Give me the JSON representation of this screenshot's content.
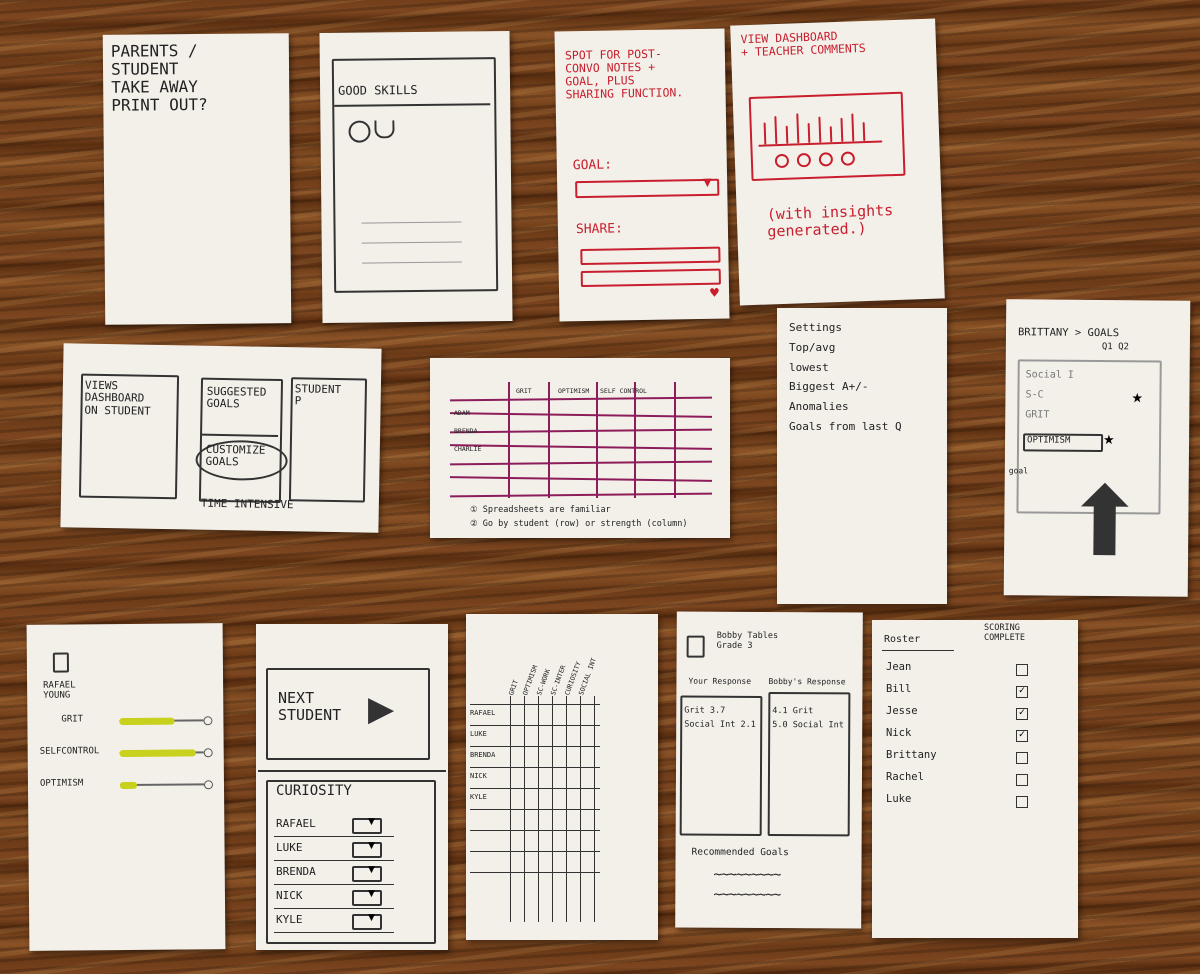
{
  "colors": {
    "wood": "#6b3a17",
    "card": "#f3f0ea",
    "red_ink": "#c81e2d",
    "purple_ink": "#8c1d5a",
    "highlighter": "#c8d21e"
  },
  "card1": {
    "text": "PARENTS /\nSTUDENT\nTAKE AWAY\nPRINT OUT?"
  },
  "card2": {
    "skills": "GOOD SKILLS"
  },
  "card3": {
    "heading": "SPOT FOR POST-\nCONVO NOTES +\nGOAL, PLUS\nSHARING FUNCTION.",
    "goal": "GOAL:",
    "share": "SHARE:"
  },
  "card4": {
    "heading": "VIEW DASHBOARD\n+ TEACHER COMMENTS",
    "insights": "(with insights\ngenerated.)"
  },
  "card5": {
    "views": "VIEWS\nDASHBOARD\nON STUDENT",
    "suggested": "SUGGESTED\nGOALS",
    "custom": "CUSTOMIZE\nGOALS",
    "student": "STUDENT\nP",
    "time": "TIME INTENSIVE"
  },
  "card6": {
    "columns": [
      "GRIT",
      "OPTIMISM",
      "SELF CONTROL"
    ],
    "rows": [
      "ADAM",
      "BRENDA",
      "CHARLIE"
    ],
    "note1": "① Spreadsheets are familiar",
    "note2": "② Go by student (row) or strength (column)"
  },
  "card7": {
    "lines": "Settings\nTop/avg\nlowest\nBiggest A+/-\nAnomalies\nGoals from last Q"
  },
  "card8": {
    "title": "BRITTANY > GOALS",
    "quarters": "Q1  Q2",
    "items": "Social I\nS-C\nGRIT",
    "selected": "OPTIMISM",
    "goal": "goal"
  },
  "card9": {
    "name": "RAFAEL\nYOUNG",
    "traits": [
      "GRIT",
      "SELFCONTROL",
      "OPTIMISM"
    ],
    "levels": [
      0.65,
      0.9,
      0.2
    ]
  },
  "card10": {
    "next": "NEXT\nSTUDENT",
    "trait": "CURIOSITY",
    "students": [
      "RAFAEL",
      "LUKE",
      "BRENDA",
      "NICK",
      "KYLE"
    ]
  },
  "card11": {
    "columns": [
      "GRIT",
      "OPTIMISM",
      "SC-WORK",
      "SC-INTER",
      "CURIOSITY",
      "SOCIAL INT"
    ],
    "rows": [
      "RAFAEL",
      "LUKE",
      "BRENDA",
      "NICK",
      "KYLE"
    ]
  },
  "card12": {
    "name": "Bobby Tables\nGrade 3",
    "your": "Your Response",
    "bobby": "Bobby's Response",
    "left": "Grit  3.7\nSocial Int  2.1",
    "right": "4.1  Grit\n5.0  Social Int",
    "recommended": "Recommended Goals"
  },
  "card13": {
    "roster": "Roster",
    "scoring": "SCORING\nCOMPLETE",
    "names": [
      "Jean",
      "Bill",
      "Jesse",
      "Nick",
      "Brittany",
      "Rachel",
      "Luke"
    ],
    "checked": [
      false,
      true,
      true,
      true,
      false,
      false,
      false
    ]
  }
}
